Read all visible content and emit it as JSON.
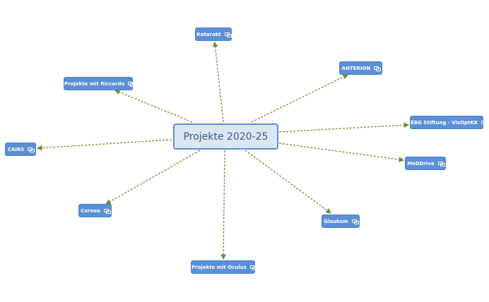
{
  "central": {
    "label": "Projekte 2020-25"
  },
  "nodes": [
    {
      "label": "Katarakt",
      "icon": "linked-topics-icon"
    },
    {
      "label": "ANTERION",
      "icon": "linked-topics-icon"
    },
    {
      "label": "Projekte mit Riccardo",
      "icon": "linked-topics-icon"
    },
    {
      "label": "EBG Stiftung - VisOptKK",
      "icon": "linked-topics-icon"
    },
    {
      "label": "CAIRS",
      "icon": "linked-topics-icon"
    },
    {
      "label": "MeDDrive",
      "icon": "linked-topics-icon"
    },
    {
      "label": "Cornea",
      "icon": "linked-topics-icon"
    },
    {
      "label": "Glaukom",
      "icon": "linked-topics-icon"
    },
    {
      "label": "Projekte mit Oculus",
      "icon": "linked-topics-icon"
    }
  ],
  "colors": {
    "node": "#5b8fd6",
    "central_fill": "#dce6f3",
    "edge": "#6f8f3a"
  }
}
